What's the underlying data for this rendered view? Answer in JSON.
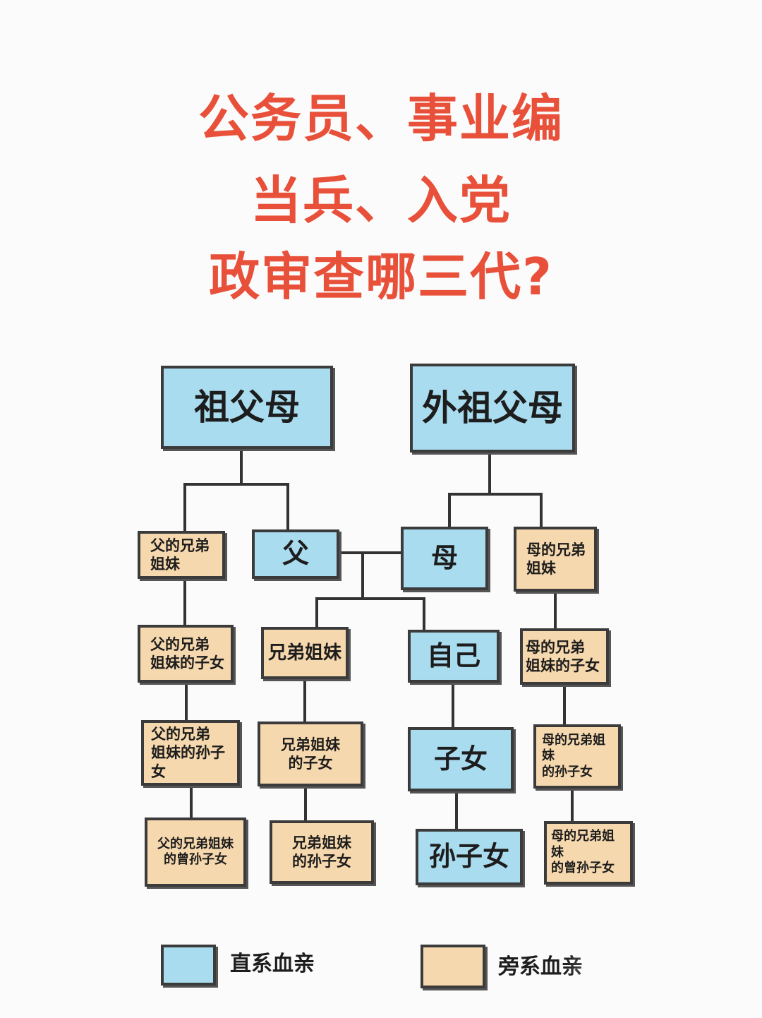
{
  "title": {
    "line1": "公务员、事业编",
    "line2": "当兵、入党",
    "line3": "政审查哪三代?"
  },
  "nodes": {
    "paternal_grandparents": "祖父母",
    "maternal_grandparents": "外祖父母",
    "father_siblings": "父的兄弟\n姐妹",
    "father": "父",
    "mother": "母",
    "mother_siblings": "母的兄弟\n姐妹",
    "father_siblings_children": "父的兄弟\n姐妹的子女",
    "siblings": "兄弟姐妹",
    "self": "自己",
    "mother_siblings_children": "母的兄弟\n姐妹的子女",
    "father_siblings_grandchildren": "父的兄弟\n姐妹的孙子女",
    "siblings_children": "兄弟姐妹\n的子女",
    "children": "子女",
    "mother_siblings_grandchildren": "母的兄弟姐妹\n的孙子女",
    "father_siblings_great_grandchildren": "父的兄弟姐妹\n的曾孙子女",
    "siblings_grandchildren": "兄弟姐妹\n的孙子女",
    "grandchildren": "孙子女",
    "mother_siblings_great_grandchildren": "母的兄弟姐妹\n的曾孙子女"
  },
  "legend": {
    "direct_label": "直系血亲",
    "collateral_label": "旁系血亲"
  },
  "colors": {
    "title": "#e8503a",
    "direct": "#a9dcef",
    "collateral": "#f6d8ae",
    "border": "#3b3b3b"
  }
}
